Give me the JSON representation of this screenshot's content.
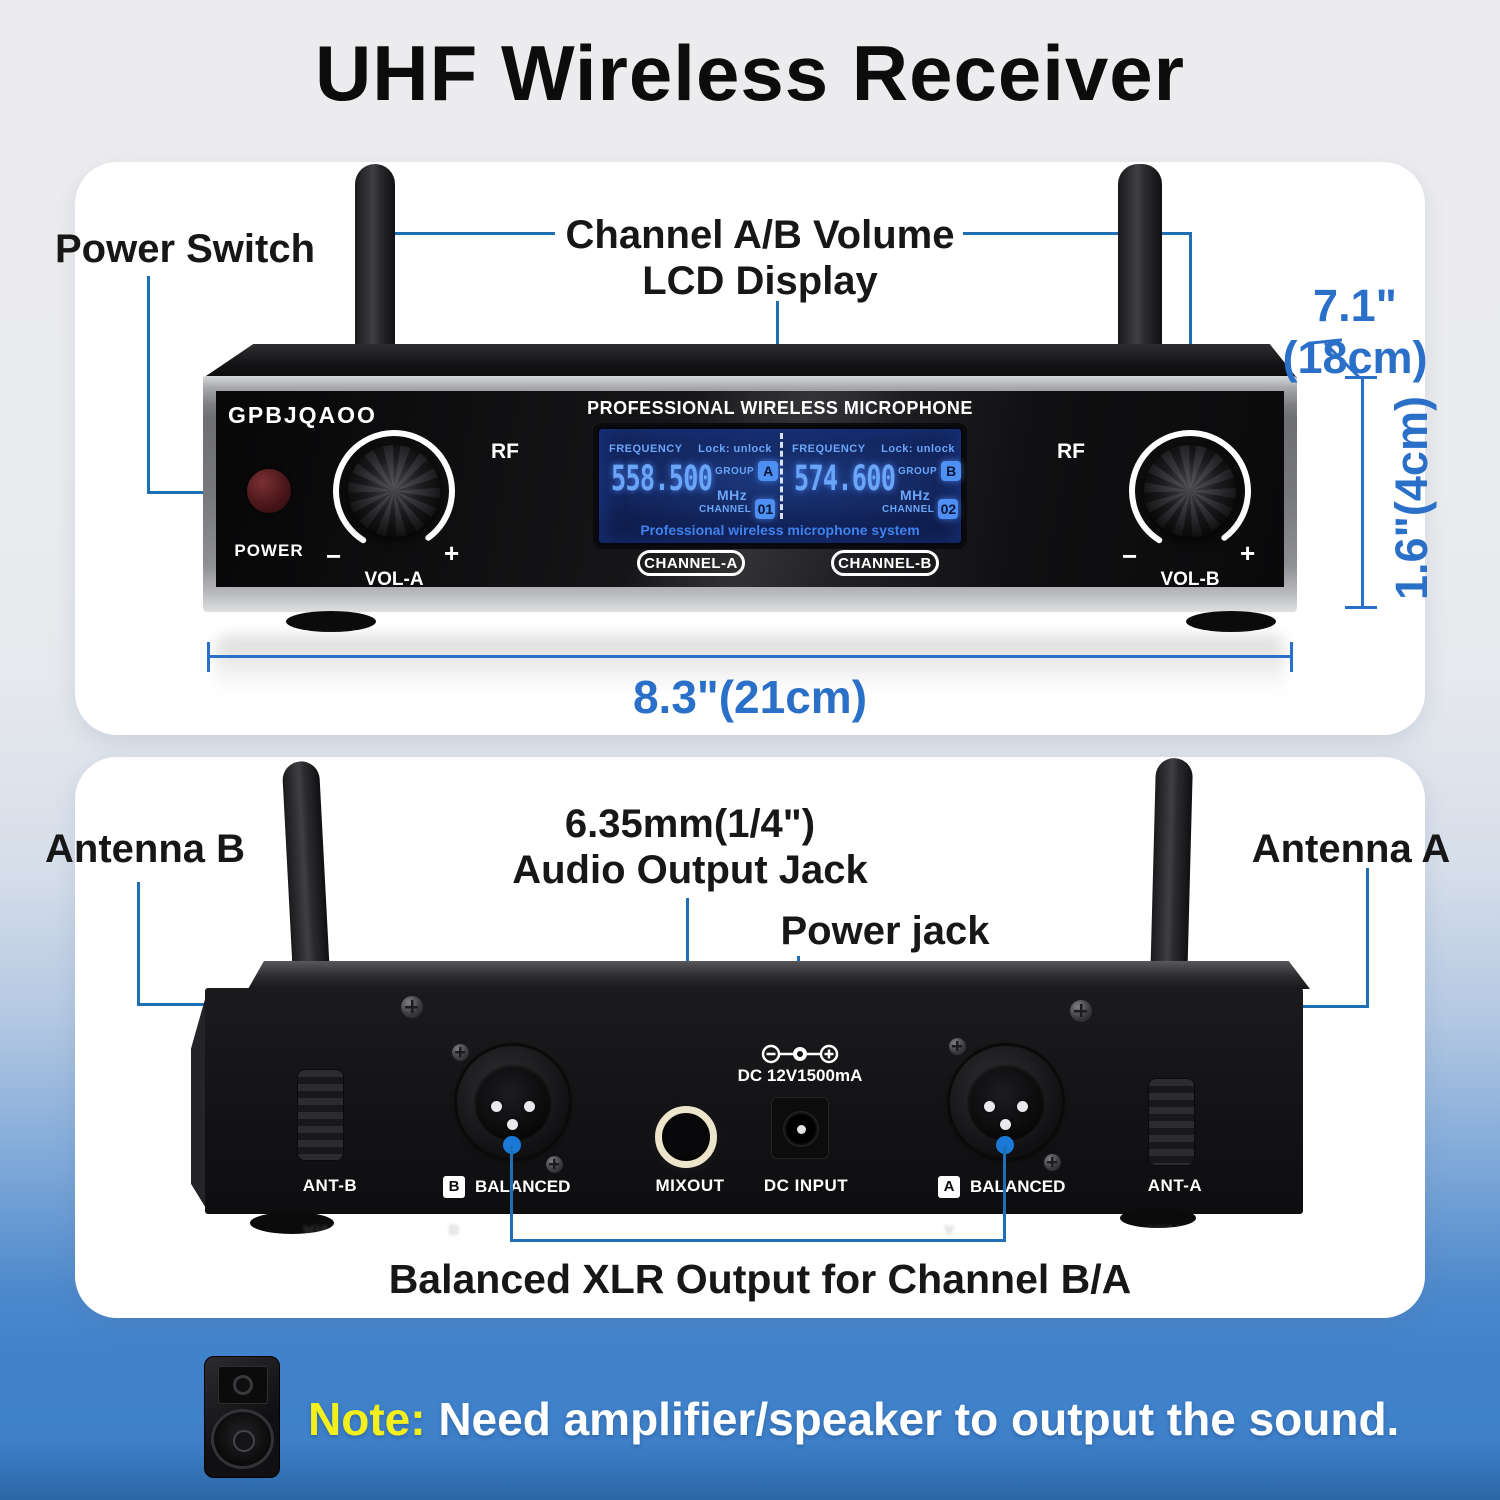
{
  "palette": {
    "accent_blue": "#2a70c9",
    "callout_blue": "#1f6fb4",
    "dot_blue": "#1a78d6",
    "note_yellow": "#f2ef1d",
    "lcd_blue": "#6aa5f8"
  },
  "title": "UHF Wireless Receiver",
  "front_view": {
    "annotations": {
      "power_switch": "Power Switch",
      "channel_volume_line1": "Channel A/B Volume",
      "channel_volume_line2": "LCD Display"
    },
    "dimensions": {
      "depth": "7.1\"(18cm)",
      "height": "1.6\"(4cm)",
      "width": "8.3\"(21cm)"
    },
    "device": {
      "brand": "GPBJQAOO",
      "panel_title": "PROFESSIONAL WIRELESS MICROPHONE",
      "power_label": "POWER",
      "rf_left": "RF",
      "rf_right": "RF",
      "vol_a": "VOL-A",
      "vol_b": "VOL-B",
      "minus": "−",
      "plus": "+",
      "channel_a_button": "CHANNEL-A",
      "channel_b_button": "CHANNEL-B",
      "lcd": {
        "footer": "Professional wireless microphone system",
        "left": {
          "frequency_label": "FREQUENCY",
          "lock_status": "Lock: unlock",
          "frequency": "558.500",
          "unit": "MHz",
          "group_label": "GROUP",
          "group": "A",
          "channel_label": "CHANNEL",
          "channel": "01"
        },
        "right": {
          "frequency_label": "FREQUENCY",
          "lock_status": "Lock: unlock",
          "frequency": "574.600",
          "unit": "MHz",
          "group_label": "GROUP",
          "group": "B",
          "channel_label": "CHANNEL",
          "channel": "02"
        }
      }
    }
  },
  "rear_view": {
    "annotations": {
      "antenna_b": "Antenna B",
      "audio_jack_line1": "6.35mm(1/4\")",
      "audio_jack_line2": "Audio Output Jack",
      "power_jack": "Power jack",
      "antenna_a": "Antenna A",
      "xlr_output": "Balanced XLR Output for Channel B/A"
    },
    "panel": {
      "ant_b": "ANT-B",
      "badge_b": "B",
      "balanced_b": "BALANCED",
      "mixout": "MIXOUT",
      "dc_input": "DC INPUT",
      "dc_rating": "DC 12V1500mA",
      "badge_a": "A",
      "balanced_a": "BALANCED",
      "ant_a": "ANT-A"
    }
  },
  "note": {
    "prefix": "Note:",
    "body": " Need amplifier/speaker to output the sound."
  }
}
